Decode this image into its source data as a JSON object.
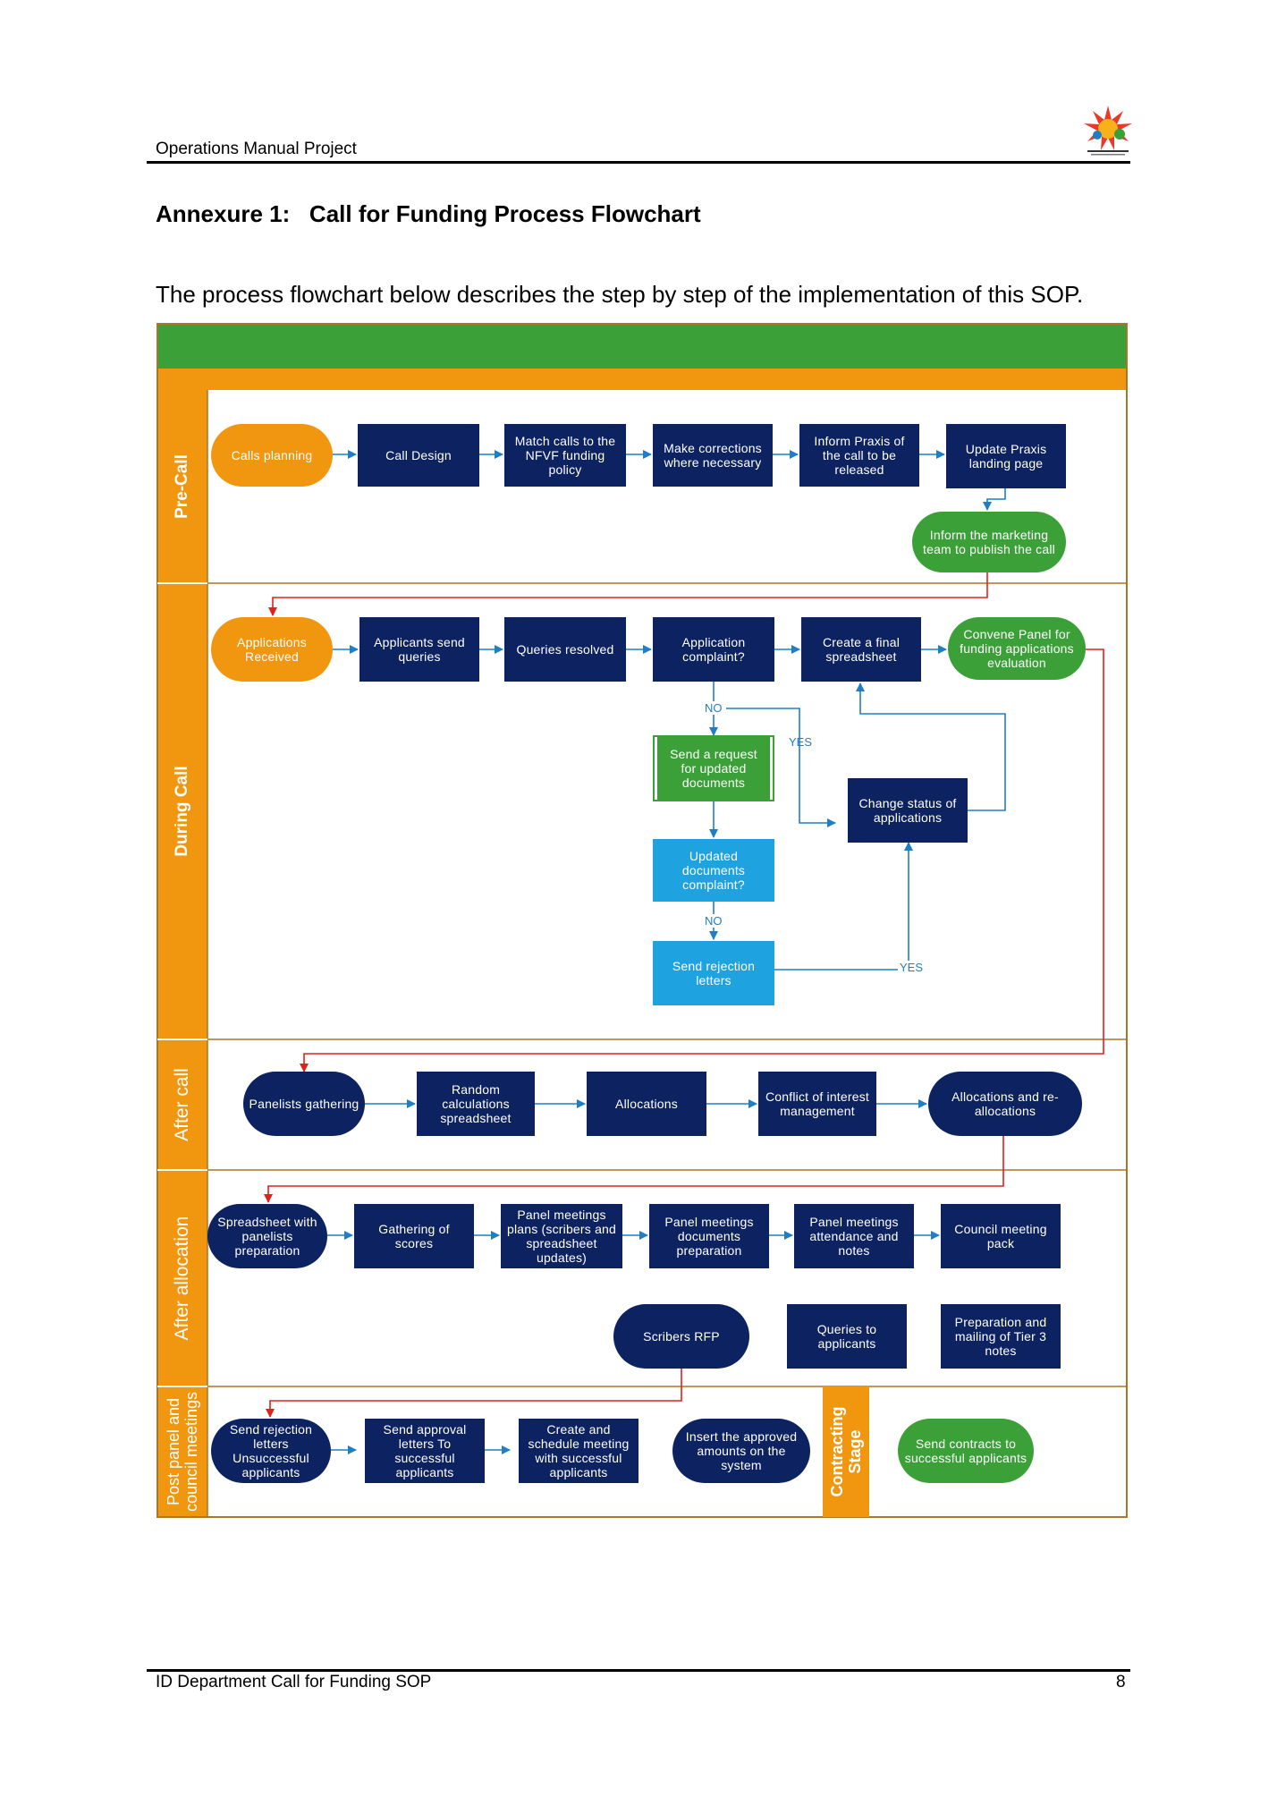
{
  "header": {
    "project": "Operations Manual Project",
    "logo": "nfvf-logo"
  },
  "title": "Annexure 1:   Call for Funding Process Flowchart",
  "intro": "The process flowchart below describes the step by step of the implementation of this SOP.",
  "footer": {
    "doc": "ID Department Call for Funding SOP",
    "page": "8"
  },
  "colors": {
    "green": "#3ba037",
    "orange": "#f0960f",
    "navy": "#0c2261",
    "light_blue": "#1fa3e0",
    "arrow_blue": "#1f7ec8",
    "arrow_red": "#e0201b"
  },
  "lanes": {
    "pre_call": "Pre-Call",
    "during_call": "During Call",
    "after_call": "After call",
    "after_allocation": "After allocation",
    "post_panel": "Post panel and council meetings"
  },
  "nodes": {
    "calls_planning": "Calls planning",
    "call_design": "Call Design",
    "match_calls": "Match calls to the NFVF funding policy",
    "make_corrections": "Make corrections where necessary",
    "inform_praxis": "Inform Praxis of the call to be released",
    "update_praxis": "Update Praxis landing page",
    "inform_marketing": "Inform the marketing team to publish the call",
    "applications_received": "Applications Received",
    "applicants_send_queries": "Applicants send queries",
    "queries_resolved": "Queries resolved",
    "application_complaint": "Application complaint?",
    "create_final_spreadsheet": "Create a final spreadsheet",
    "convene_panel": "Convene Panel for funding applications evaluation",
    "send_request": "Send a request for updated documents",
    "change_status": "Change status of applications",
    "updated_documents": "Updated documents complaint?",
    "send_rejection_letters": "Send rejection letters",
    "panelists_gathering": "Panelists gathering",
    "random_calculations": "Random calculations spreadsheet",
    "allocations": "Allocations",
    "conflict_of_interest": "Conflict of interest management",
    "allocations_re": "Allocations and re-allocations",
    "spreadsheet_panelists": "Spreadsheet with panelists preparation",
    "gathering_scores": "Gathering of scores",
    "panel_plans": "Panel meetings plans (scribers and spreadsheet updates)",
    "panel_documents": "Panel meetings documents preparation",
    "panel_attendance": "Panel meetings attendance and notes",
    "council_pack": "Council meeting pack",
    "scribers_rfp": "Scribers RFP",
    "queries_applicants": "Queries to applicants",
    "prep_tier3": "Preparation and mailing of Tier 3 notes",
    "send_rejection_unsuccessful": "Send rejection letters Unsuccessful applicants",
    "send_approval": "Send approval letters To successful applicants",
    "create_schedule": "Create and schedule meeting with successful applicants",
    "insert_amounts": "Insert the approved amounts on the system",
    "contracting_stage": "Contracting Stage",
    "send_contracts": "Send contracts to successful applicants"
  },
  "labels": {
    "no_1": "NO",
    "yes_1": "YES",
    "no_2": "NO",
    "yes_2": "YES"
  }
}
